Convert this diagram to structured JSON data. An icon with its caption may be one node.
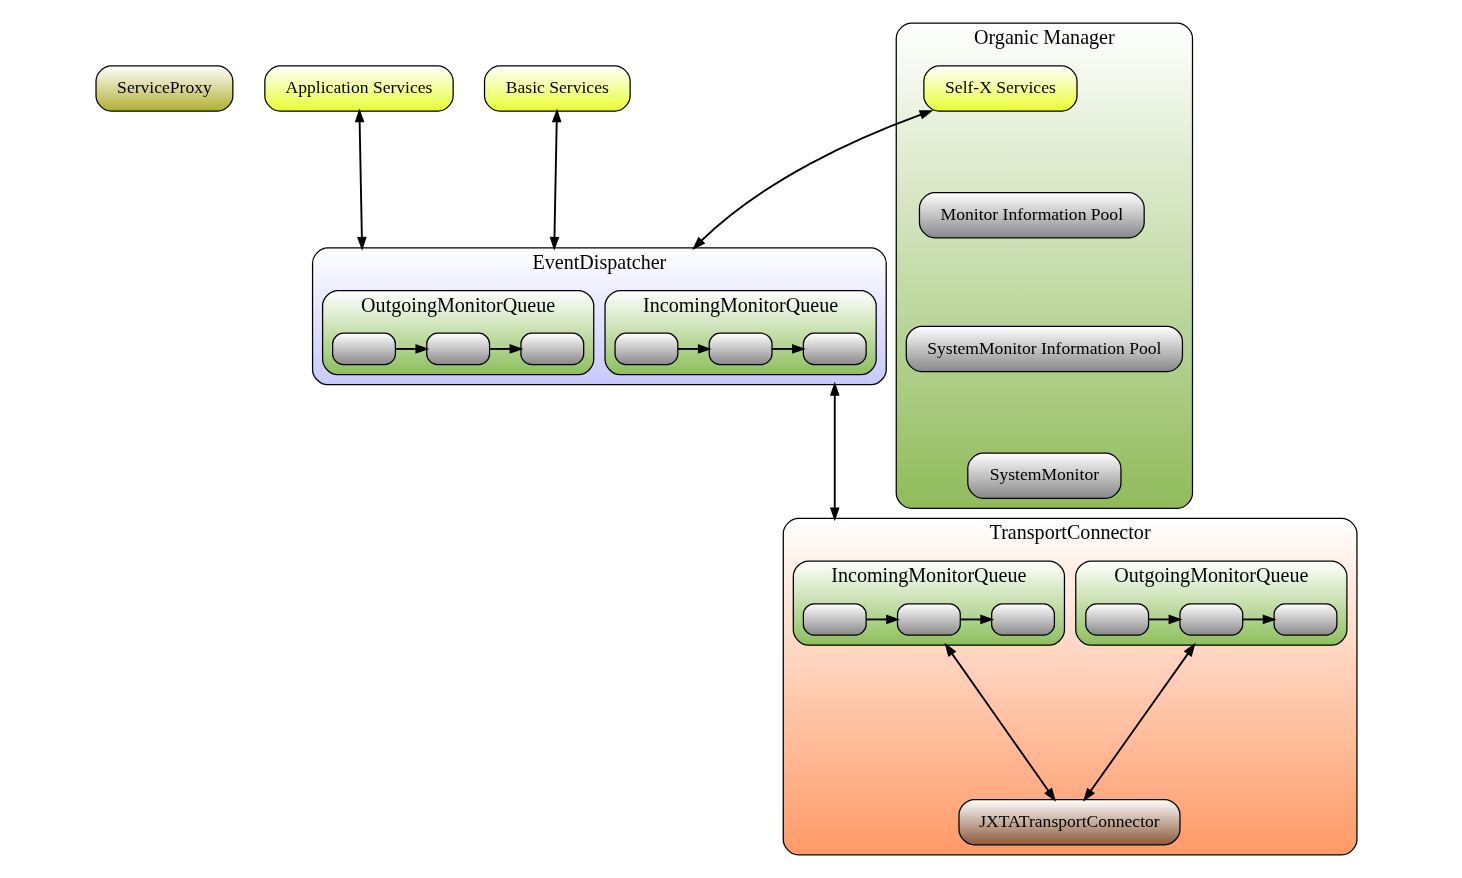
{
  "diagram": {
    "nodes": [
      {
        "text": [
          "ServiceProxy"
        ]
      },
      {
        "text": [
          "Application Services"
        ]
      },
      {
        "text": [
          "Basic Services"
        ]
      },
      {
        "text": [
          "Organic Manager"
        ]
      },
      {
        "text": [
          "Self-X Services"
        ],
        "in": 3
      },
      {
        "text": [
          "EventDispatcher"
        ]
      },
      {
        "text": [
          "OutgoingMonitorQueue"
        ],
        "in": 5
      },
      {
        "text": [],
        "shape": "box",
        "in": 6
      },
      {
        "text": [],
        "shape": "box",
        "in": 6
      },
      {
        "text": [],
        "shape": "box",
        "in": 6
      },
      {
        "text": [
          "IncomingMonitorQueue"
        ],
        "in": 5
      },
      {
        "text": [],
        "shape": "box",
        "in": 10
      },
      {
        "text": [],
        "shape": "box",
        "in": 10
      },
      {
        "text": [],
        "shape": "box",
        "in": 10
      },
      {
        "text": [
          "Monitor Information Pool"
        ],
        "in": 3
      },
      {
        "text": [
          "SystemMonitor Information Pool"
        ],
        "in": 3
      },
      {
        "text": [
          "SystemMonitor"
        ],
        "in": 3
      },
      {
        "text": [
          "TransportConnector"
        ]
      },
      {
        "text": [
          "OutgoingMonitorQueue"
        ],
        "in": 17
      },
      {
        "text": [],
        "shape": "box",
        "in": 18
      },
      {
        "text": [],
        "shape": "box",
        "in": 18
      },
      {
        "text": [],
        "shape": "box",
        "in": 18
      },
      {
        "text": [
          "IncomingMonitorQueue"
        ],
        "in": 17
      },
      {
        "text": [],
        "shape": "box",
        "in": 22
      },
      {
        "text": [],
        "shape": "box",
        "in": 22
      },
      {
        "text": [],
        "shape": "box",
        "in": 22
      },
      {
        "text": [
          "JXTATransportConnector"
        ],
        "in": 17
      }
    ],
    "edges": [
      {
        "from": 1,
        "to": 5,
        "arrow": "both"
      },
      {
        "from": 2,
        "to": 5,
        "arrow": "both"
      },
      {
        "from": 4,
        "to": 5,
        "arrow": "both"
      },
      {
        "from": 7,
        "to": 8,
        "arrow": "to"
      },
      {
        "from": 8,
        "to": 9,
        "arrow": "to"
      },
      {
        "from": 11,
        "to": 12,
        "arrow": "to"
      },
      {
        "from": 12,
        "to": 13,
        "arrow": "to"
      },
      {
        "from": 5,
        "to": 17,
        "arrow": "both"
      },
      {
        "from": 19,
        "to": 20,
        "arrow": "to"
      },
      {
        "from": 20,
        "to": 21,
        "arrow": "to"
      },
      {
        "from": 23,
        "to": 24,
        "arrow": "to"
      },
      {
        "from": 24,
        "to": 25,
        "arrow": "to"
      },
      {
        "from": 18,
        "to": 26,
        "arrow": "both"
      },
      {
        "from": 22,
        "to": 26,
        "arrow": "both"
      }
    ]
  }
}
